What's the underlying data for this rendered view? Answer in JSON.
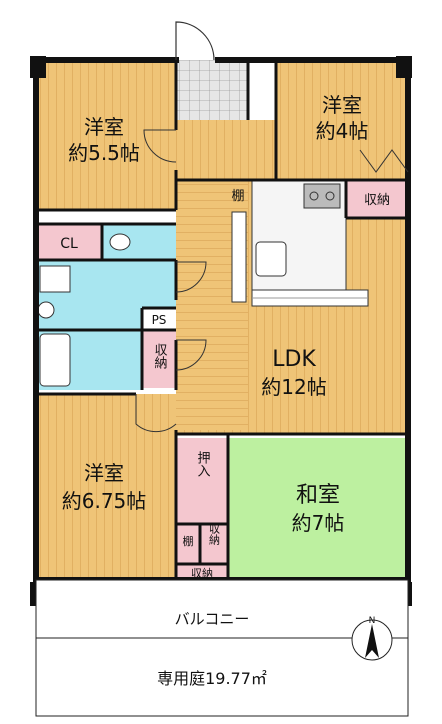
{
  "rooms": {
    "western_a": {
      "name": "洋室",
      "size": "約5.5帖"
    },
    "western_b": {
      "name": "洋室",
      "size": "約4帖"
    },
    "western_c": {
      "name": "洋室",
      "size": "約6.75帖"
    },
    "ldk": {
      "name": "LDK",
      "size": "約12帖"
    },
    "japanese": {
      "name": "和室",
      "size": "約7帖"
    }
  },
  "storage": {
    "closet": "CL",
    "ps": "PS",
    "shelf_top": "棚",
    "shelf_bottom": "棚",
    "storage_top_right": "収納",
    "storage_mid": "収納",
    "storage_small": "収納",
    "storage_bottom": "収納",
    "oshiire": "押入"
  },
  "balcony": "バルコニー",
  "garden": "専用庭19.77㎡",
  "compass": "N",
  "colors": {
    "wood_floor": "#efc477",
    "wood_line": "#dba75a",
    "tatami": "#bdf0a0",
    "wet_area": "#a8e6f0",
    "storage": "#f4c7cf",
    "wall": "#111111",
    "entrance_tile": "#d6d6d6"
  }
}
